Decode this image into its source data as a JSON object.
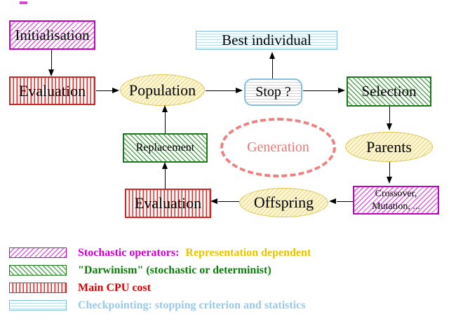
{
  "nodes": {
    "initialisation": {
      "label": "Initialisation",
      "style": "magenta-diagonal-hatch"
    },
    "evaluation_top": {
      "label": "Evaluation",
      "style": "red-vertical-lines"
    },
    "population": {
      "label": "Population",
      "style": "yellow-hatched-ellipse"
    },
    "best_individual": {
      "label": "Best individual",
      "style": "cyan-horizontal-lines"
    },
    "stop": {
      "label": "Stop ?",
      "style": "cyan-horizontal-lines-rounded"
    },
    "selection": {
      "label": "Selection",
      "style": "green-diagonal-hatch"
    },
    "replacement": {
      "label": "Replacement",
      "style": "green-diagonal-hatch"
    },
    "generation": {
      "label": "Generation",
      "style": "coral-dashed-ellipse"
    },
    "parents": {
      "label": "Parents",
      "style": "yellow-hatched-ellipse"
    },
    "evaluation_bottom": {
      "label": "Evaluation",
      "style": "red-vertical-lines"
    },
    "offspring": {
      "label": "Offspring",
      "style": "yellow-hatched-ellipse"
    },
    "crossover_mutation": {
      "label_line1": "Crossover,",
      "label_line2": "Mutation, ...",
      "style": "magenta-diagonal-hatch"
    }
  },
  "edges": [
    "initialisation -> evaluation_top",
    "evaluation_top -> population",
    "population -> stop",
    "stop -> best_individual",
    "stop -> selection",
    "selection -> parents",
    "parents -> crossover_mutation",
    "crossover_mutation -> offspring",
    "offspring -> evaluation_bottom",
    "evaluation_bottom -> replacement",
    "replacement -> population"
  ],
  "legend": {
    "items": [
      {
        "swatch": "magenta-diagonal-hatch",
        "text_primary": "Stochastic operators:",
        "text_secondary": "Representation dependent"
      },
      {
        "swatch": "green-diagonal-hatch",
        "text_primary": "\"Darwinism\" (stochastic or determinist)",
        "text_secondary": ""
      },
      {
        "swatch": "red-vertical-lines",
        "text_primary": "Main CPU cost",
        "text_secondary": ""
      },
      {
        "swatch": "cyan-horizontal-lines",
        "text_primary": "Checkpointing: stopping criterion and statistics",
        "text_secondary": ""
      }
    ]
  },
  "colors": {
    "magenta_border": "#c400c4",
    "magenta_hatch": "#e05ce0",
    "green_border": "#1a7a1a",
    "green_hatch": "#5aa35a",
    "red_border": "#cc2626",
    "red_lines": "#dd3030",
    "cyan_border": "#85bedb",
    "cyan_lines": "#b9dcec",
    "yellow_border": "#ddc752",
    "yellow_fill": "#fdf7da",
    "yellow_hatch": "#eedd90",
    "coral_dashed": "#ee8080",
    "legend_magenta_text": "#cc00cc",
    "legend_gold_text": "#e8c400",
    "legend_green_text": "#068006",
    "legend_red_text": "#dd0000",
    "legend_cyan_text": "#97cbe8",
    "arrow": "#000000"
  }
}
